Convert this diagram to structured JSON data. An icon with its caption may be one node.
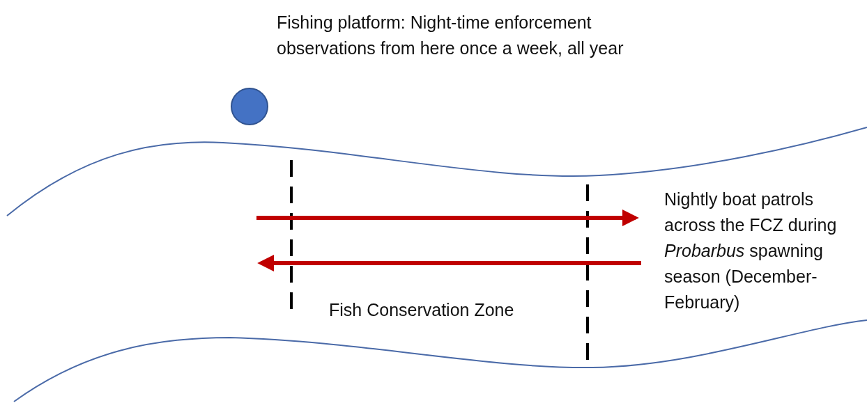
{
  "diagram": {
    "nodes": [
      {
        "text": [],
        "shape": "circle",
        "beside": [
          "Fishing platform: Night-time enforcement observations from here once a week, all year"
        ]
      }
    ],
    "labels": [
      "Nightly boat patrols across the FCZ during *Probarbus* spawning season (December-February)",
      "Fish Conservation Zone"
    ]
  }
}
